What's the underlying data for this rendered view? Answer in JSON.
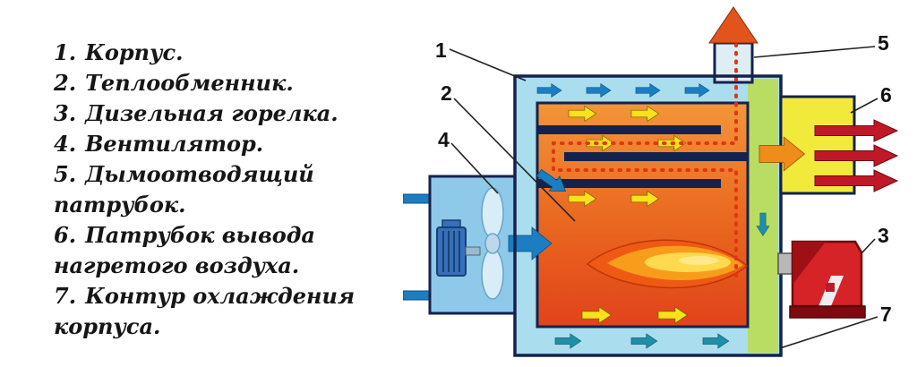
{
  "legend": {
    "items": [
      {
        "num": "1.",
        "label": "Корпус."
      },
      {
        "num": "2.",
        "label": "Теплообменник."
      },
      {
        "num": "3.",
        "label": "Дизельная горелка."
      },
      {
        "num": "4.",
        "label": "Вентилятор."
      },
      {
        "num": "5.",
        "label": "Дымоотводящий патрубок."
      },
      {
        "num": "6.",
        "label": "Патрубок вывода нагретого воздуха."
      },
      {
        "num": "7.",
        "label": "Контур охлаждения корпуса."
      }
    ]
  },
  "diagram": {
    "callouts": {
      "c1": "1",
      "c2": "2",
      "c3": "3",
      "c4": "4",
      "c5": "5",
      "c6": "6",
      "c7": "7"
    },
    "colors": {
      "cold_air": "#1b7ec2",
      "hot_air": "#f7e21b",
      "exhaust": "#e53315",
      "hot_output": "#c01828",
      "coolant": "#1f8fa8",
      "casing_fill": "#aadded",
      "green_zone": "#b9dc62",
      "duct_yellow": "#f2ea3a",
      "burner_red": "#d62328",
      "fan_box": "#8ec9e9",
      "flame_orange": "#ee5a14",
      "outline_navy": "#14224e"
    }
  }
}
